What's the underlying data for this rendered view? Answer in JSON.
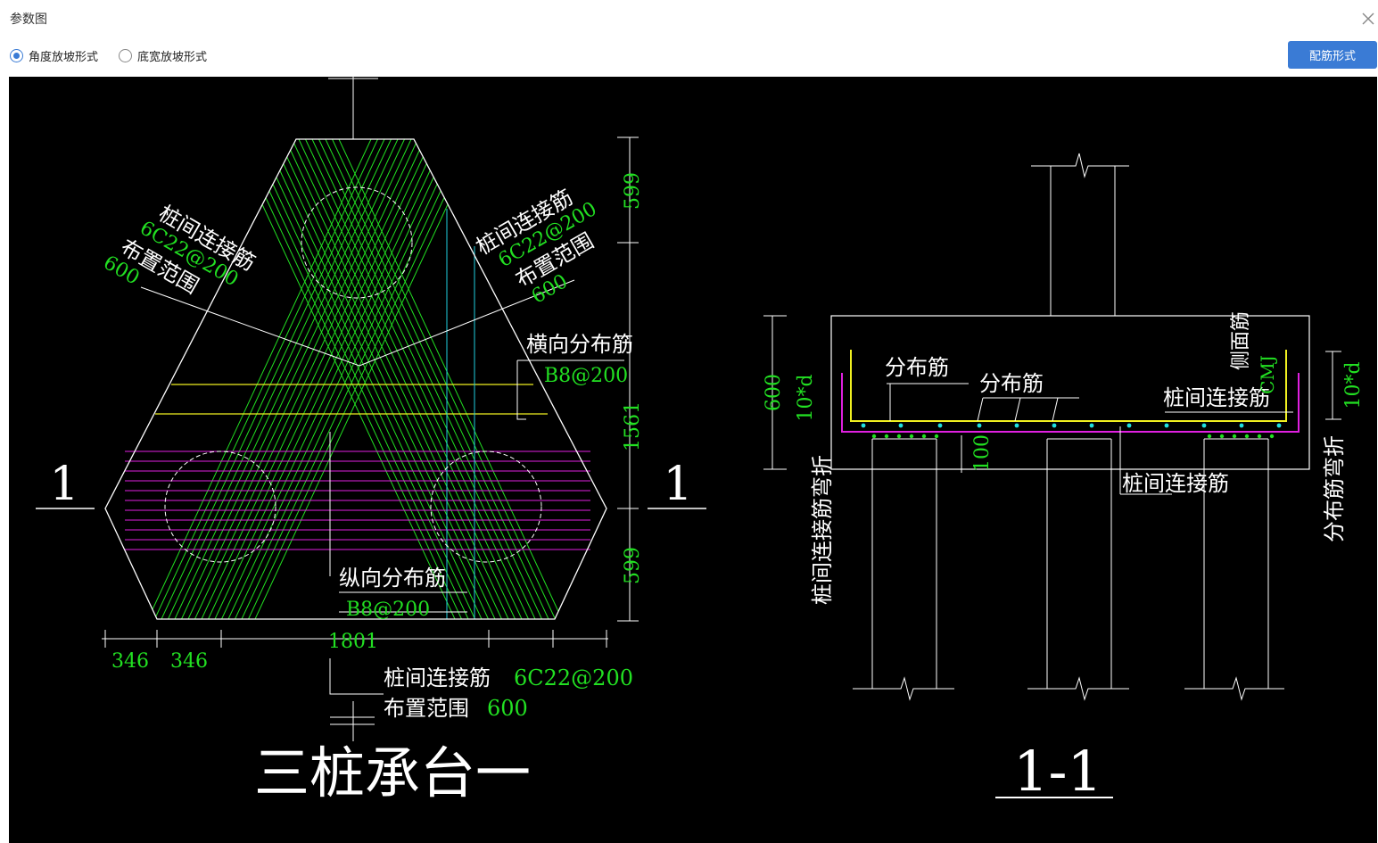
{
  "window": {
    "title": "参数图",
    "close_icon": "close-icon"
  },
  "toolbar": {
    "radio_angle": "角度放坡形式",
    "radio_width": "底宽放坡形式",
    "selected": "angle",
    "config_button": "配筋形式"
  },
  "colors": {
    "accent": "#3a7bd5",
    "green": "#22e022",
    "magenta": "#e020e0",
    "yellow": "#f0f020",
    "cyan": "#20d0e0",
    "white": "#ffffff"
  },
  "drawing": {
    "plan": {
      "title": "三桩承台一",
      "section_mark_left": "1",
      "section_mark_right": "1",
      "left_rebar": {
        "name": "桩间连接筋",
        "spec": "6C22@200",
        "range_label": "布置范围",
        "range": "600"
      },
      "right_rebar": {
        "name": "桩间连接筋",
        "spec": "6C22@200",
        "range_label": "布置范围",
        "range": "600"
      },
      "transverse": {
        "name": "横向分布筋",
        "spec": "B8@200"
      },
      "longitudinal": {
        "name": "纵向分布筋",
        "spec": "B8@200"
      },
      "bottom_rebar": {
        "name": "桩间连接筋",
        "spec": "6C22@200",
        "range_label": "布置范围",
        "range": "600"
      },
      "dims": {
        "right_top": "599",
        "right_mid": "1561",
        "right_bottom": "599",
        "bottom_total": "1801",
        "bottom_a": "346",
        "bottom_b": "346"
      }
    },
    "section": {
      "title": "1-1",
      "height": "600",
      "bend_left": "10*d",
      "bend_right": "10*d",
      "cover": "100",
      "dist_rebar_1": "分布筋",
      "dist_rebar_2": "分布筋",
      "side_rebar": "侧面筋",
      "side_code": "CMJ",
      "link_rebar": "桩间连接筋",
      "link_rebar_bottom": "桩间连接筋",
      "left_vertical": "桩间连接筋弯折",
      "right_vertical": "分布筋弯折"
    }
  }
}
